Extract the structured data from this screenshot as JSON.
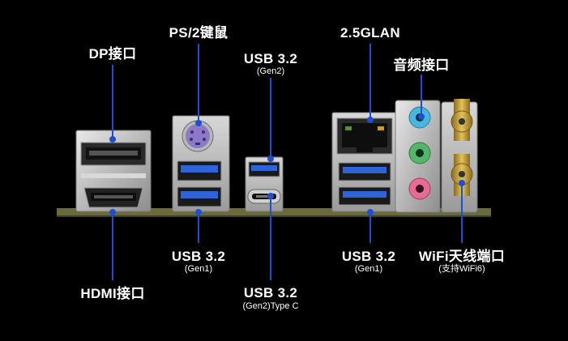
{
  "labels": {
    "dp": "DP接口",
    "ps2": "PS/2键鼠",
    "usb32_gen2_top": "USB 3.2",
    "usb32_gen2_top_sub": "(Gen2)",
    "lan": "2.5GLAN",
    "audio": "音频接口",
    "usb32_gen1_left": "USB 3.2",
    "usb32_gen1_left_sub": "(Gen1)",
    "usb32_gen1_right": "USB 3.2",
    "usb32_gen1_right_sub": "(Gen1)",
    "wifi": "WiFi天线端口",
    "wifi_sub": "(支持WiFi6)",
    "hdmi": "HDMI接口",
    "usbc": "USB 3.2",
    "usbc_sub": "(Gen2)Type C"
  },
  "colors": {
    "background": "#000000",
    "pointer_line": "#1e4fd0",
    "pcb": "#6b6a3a",
    "usb_blue": "#2f64d8",
    "audio_blue": "#48b6dd",
    "audio_green": "#55b56a",
    "audio_pink": "#e56c95",
    "ps2_purple": "#8c7ac8",
    "antenna_gold": "#c9a23c"
  }
}
